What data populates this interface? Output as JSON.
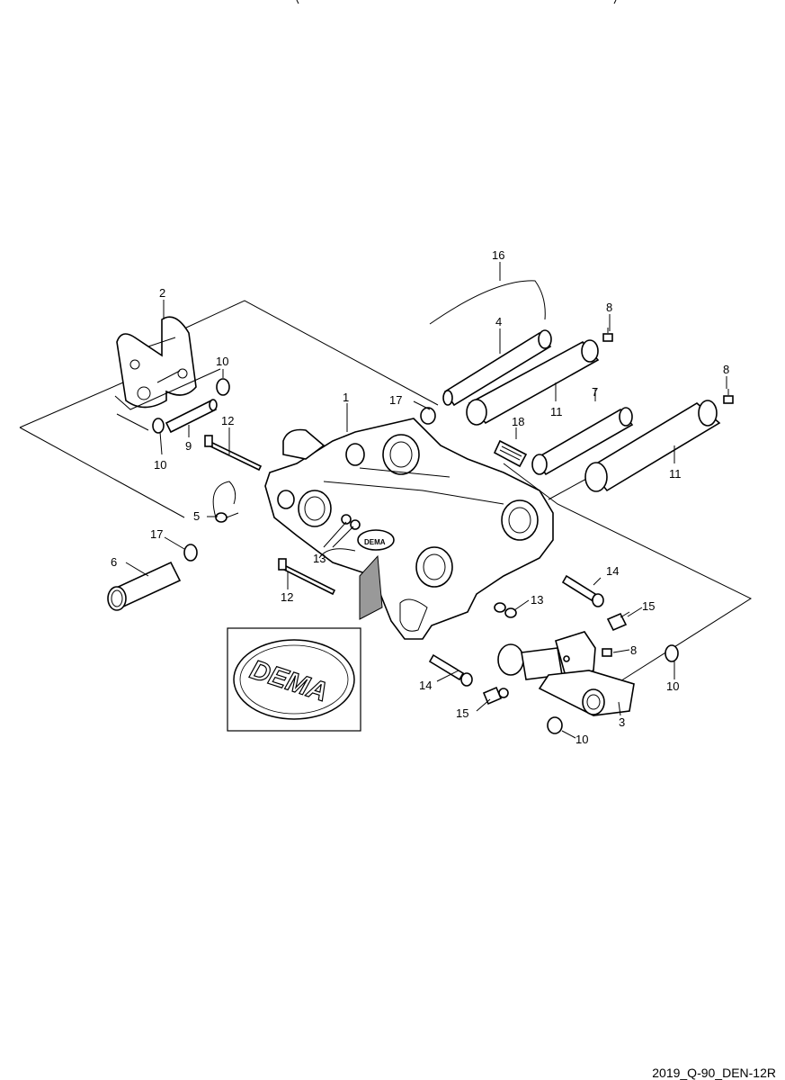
{
  "callouts": {
    "c1": "1",
    "c2": "2",
    "c3": "3",
    "c4": "4",
    "c5": "5",
    "c6": "6",
    "c7": "7",
    "c8a": "8",
    "c8b": "8",
    "c8c": "8",
    "c9": "9",
    "c10a": "10",
    "c10b": "10",
    "c10c": "10",
    "c10d": "10",
    "c11a": "11",
    "c11b": "11",
    "c12a": "12",
    "c12b": "12",
    "c13a": "13",
    "c13b": "13",
    "c14a": "14",
    "c14b": "14",
    "c15a": "15",
    "c15b": "15",
    "c16": "16",
    "c17a": "17",
    "c17b": "17",
    "c18": "18"
  },
  "logo": {
    "brand": "DEMA"
  },
  "footer": {
    "code": "2019_Q-90_DEN-12R"
  }
}
